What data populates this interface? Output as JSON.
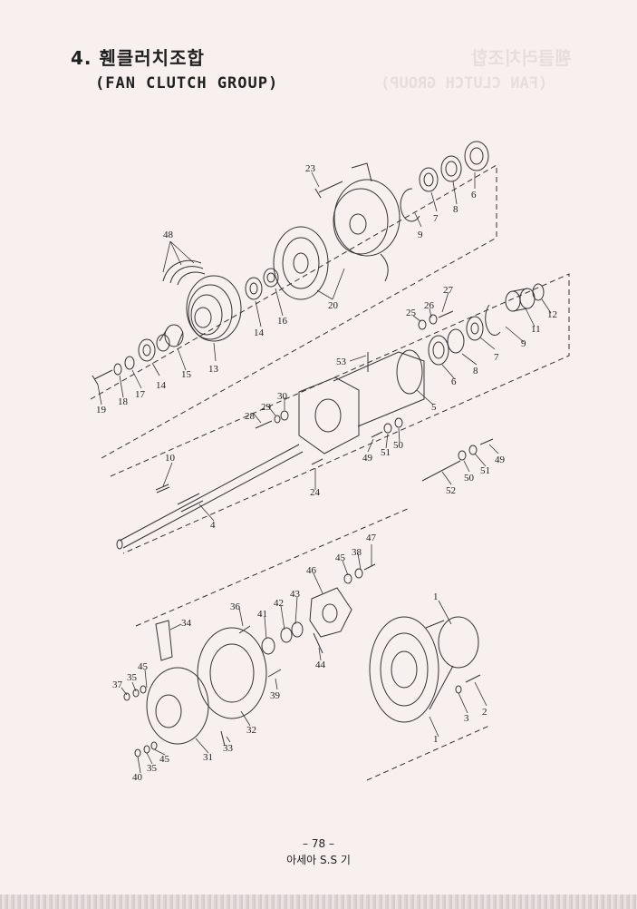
{
  "header": {
    "title": "4. 휀클러치조합",
    "subtitle": "(FAN CLUTCH GROUP)",
    "ghost_title": "휀클러치조합",
    "ghost_subtitle": "(FAN CLUTCH GROUP)"
  },
  "diagram": {
    "part_labels": [
      "1",
      "1",
      "2",
      "3",
      "4",
      "5",
      "6",
      "6",
      "7",
      "7",
      "8",
      "8",
      "9",
      "9",
      "10",
      "11",
      "12",
      "13",
      "14",
      "14",
      "15",
      "16",
      "17",
      "18",
      "19",
      "20",
      "23",
      "24",
      "25",
      "26",
      "27",
      "28",
      "29",
      "30",
      "31",
      "32",
      "33",
      "34",
      "35",
      "35",
      "36",
      "37",
      "38",
      "39",
      "40",
      "41",
      "42",
      "43",
      "44",
      "45",
      "45",
      "45",
      "46",
      "47",
      "48",
      "49",
      "49",
      "50",
      "50",
      "51",
      "51",
      "52",
      "53"
    ]
  },
  "footer": {
    "page_number": "– 78 –",
    "company": "아세아 S.S 기"
  }
}
